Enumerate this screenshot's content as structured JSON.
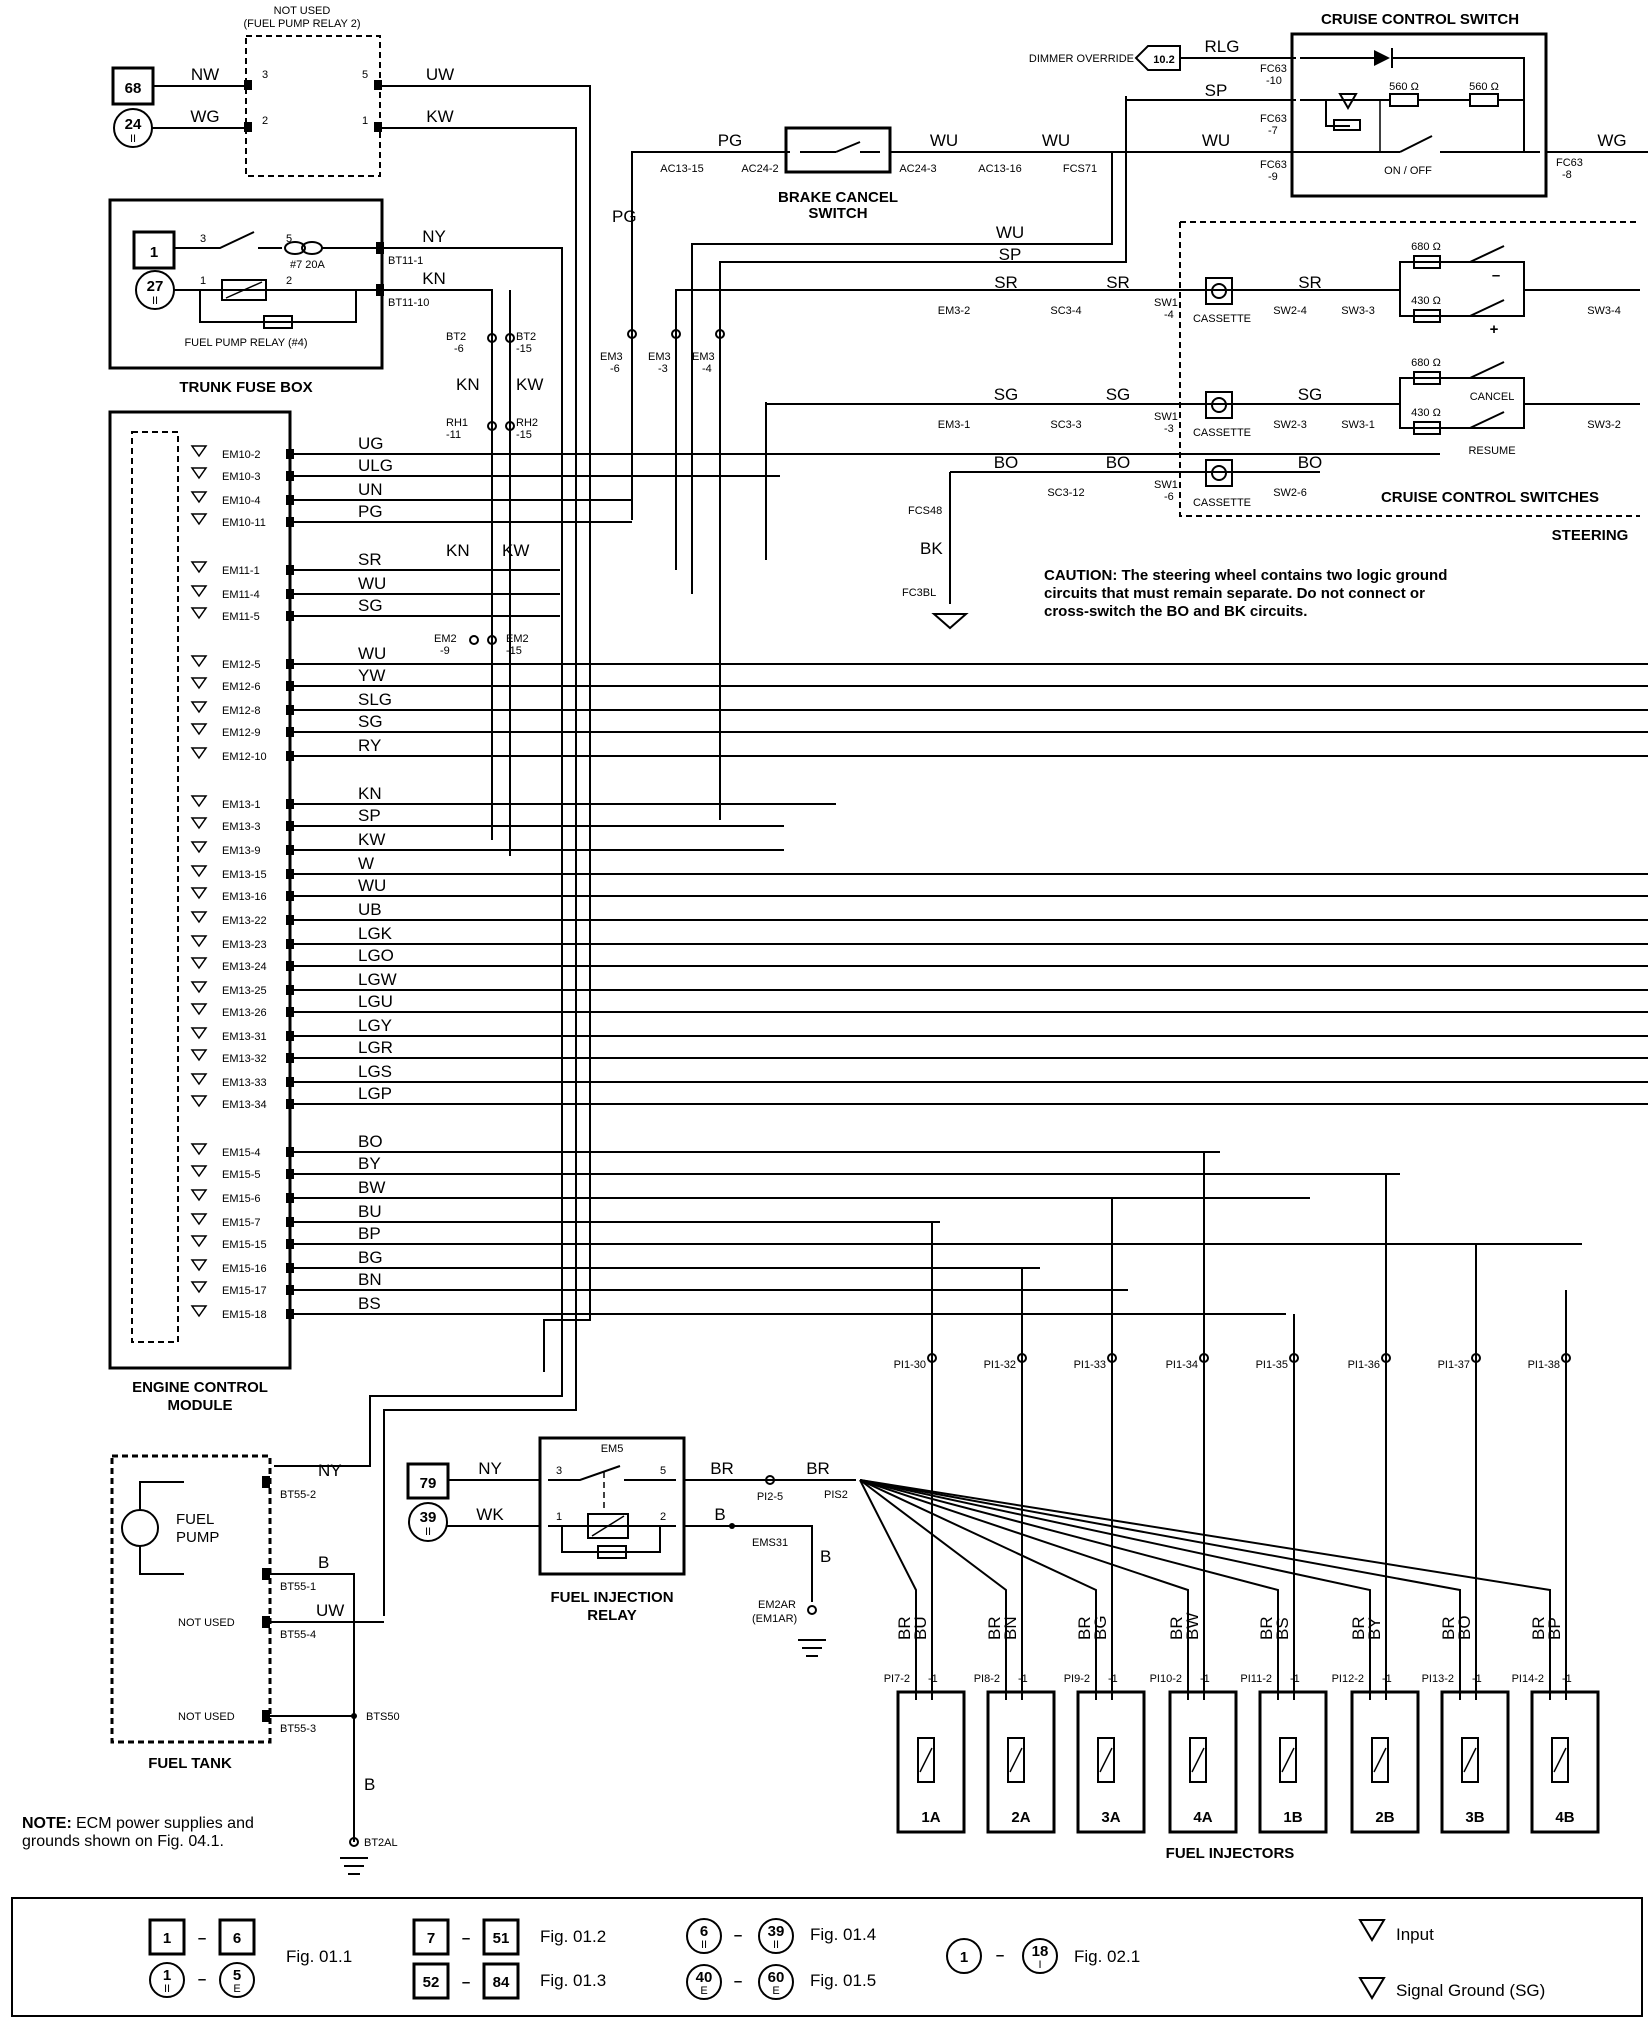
{
  "relay2": {
    "title1": "NOT USED",
    "title2": "(FUEL PUMP RELAY 2)",
    "left_ref_box": "68",
    "left_ref_circle": "24",
    "left_ref_circle_sub": "II",
    "wire_nw": "NW",
    "wire_wg": "WG",
    "wire_uw": "UW",
    "wire_kw": "KW",
    "pin3": "3",
    "pin2": "2",
    "pin5": "5",
    "pin1": "1"
  },
  "trunk_fuse_box": {
    "title": "TRUNK FUSE BOX",
    "ref_box": "1",
    "ref_circle": "27",
    "ref_circle_sub": "II",
    "fuse_label": "#7 20A",
    "relay_label": "FUEL PUMP RELAY (#4)",
    "pin3": "3",
    "pin5": "5",
    "pin1": "1",
    "pin2": "2",
    "conn1": "BT11-1",
    "conn2": "BT11-10",
    "wire_ny": "NY",
    "wire_kn": "KN"
  },
  "mid_connectors": {
    "bt2_6": "BT2",
    "bt2_6b": "-6",
    "bt2_15": "BT2",
    "bt2_15b": "-15",
    "rh1": "RH1",
    "rh1b": "-11",
    "rh2": "RH2",
    "rh2b": "-15",
    "em2_9": "EM2",
    "em2_9b": "-9",
    "em2_15": "EM2",
    "em2_15b": "-15",
    "kn": "KN",
    "kw": "KW"
  },
  "ecm": {
    "title1": "ENGINE CONTROL",
    "title2": "MODULE",
    "pins": [
      {
        "pin": "EM10-2",
        "wire": "UG"
      },
      {
        "pin": "EM10-3",
        "wire": "ULG"
      },
      {
        "pin": "EM10-4",
        "wire": "UN"
      },
      {
        "pin": "EM10-11",
        "wire": "PG"
      },
      {
        "pin": "EM11-1",
        "wire": "SR"
      },
      {
        "pin": "EM11-4",
        "wire": "WU"
      },
      {
        "pin": "EM11-5",
        "wire": "SG"
      },
      {
        "pin": "EM12-5",
        "wire": "WU"
      },
      {
        "pin": "EM12-6",
        "wire": "YW"
      },
      {
        "pin": "EM12-8",
        "wire": "SLG"
      },
      {
        "pin": "EM12-9",
        "wire": "SG"
      },
      {
        "pin": "EM12-10",
        "wire": "RY"
      },
      {
        "pin": "EM13-1",
        "wire": "KN"
      },
      {
        "pin": "EM13-3",
        "wire": "SP"
      },
      {
        "pin": "EM13-9",
        "wire": "KW"
      },
      {
        "pin": "EM13-15",
        "wire": "W"
      },
      {
        "pin": "EM13-16",
        "wire": "WU"
      },
      {
        "pin": "EM13-22",
        "wire": "UB"
      },
      {
        "pin": "EM13-23",
        "wire": "LGK"
      },
      {
        "pin": "EM13-24",
        "wire": "LGO"
      },
      {
        "pin": "EM13-25",
        "wire": "LGW"
      },
      {
        "pin": "EM13-26",
        "wire": "LGU"
      },
      {
        "pin": "EM13-31",
        "wire": "LGY"
      },
      {
        "pin": "EM13-32",
        "wire": "LGR"
      },
      {
        "pin": "EM13-33",
        "wire": "LGS"
      },
      {
        "pin": "EM13-34",
        "wire": "LGP"
      },
      {
        "pin": "EM15-4",
        "wire": "BO"
      },
      {
        "pin": "EM15-5",
        "wire": "BY"
      },
      {
        "pin": "EM15-6",
        "wire": "BW"
      },
      {
        "pin": "EM15-7",
        "wire": "BU"
      },
      {
        "pin": "EM15-15",
        "wire": "BP"
      },
      {
        "pin": "EM15-16",
        "wire": "BG"
      },
      {
        "pin": "EM15-17",
        "wire": "BN"
      },
      {
        "pin": "EM15-18",
        "wire": "BS"
      }
    ]
  },
  "brake_cancel": {
    "title1": "BRAKE CANCEL",
    "title2": "SWITCH",
    "ac13_15": "AC13-15",
    "ac24_2": "AC24-2",
    "ac24_3": "AC24-3",
    "ac13_16": "AC13-16",
    "fcs71": "FCS71",
    "wire_pg": "PG",
    "wire_wu": "WU",
    "wire_wu2": "WU",
    "wire_pg_v": "PG",
    "wire_wu_h": "WU",
    "wire_sp_h": "SP"
  },
  "cruise_switch": {
    "title": "CRUISE CONTROL SWITCH",
    "dimmer": "DIMMER OVERRIDE",
    "ref": "10.2",
    "wire_rlg": "RLG",
    "wire_sp": "SP",
    "wire_wu": "WU",
    "wire_wg": "WG",
    "fc63_10a": "FC63",
    "fc63_10b": "-10",
    "fc63_7a": "FC63",
    "fc63_7b": "-7",
    "fc63_9a": "FC63",
    "fc63_9b": "-9",
    "fc63_8a": "FC63",
    "fc63_8b": "-8",
    "r1": "560 Ω",
    "r2": "560 Ω",
    "onoff": "ON / OFF"
  },
  "em3": {
    "em3_6a": "EM3",
    "em3_6b": "-6",
    "em3_3a": "EM3",
    "em3_3b": "-3",
    "em3_4a": "EM3",
    "em3_4b": "-4"
  },
  "steering": {
    "title": "CRUISE CONTROL SWITCHES",
    "title2": "STEERING",
    "wire_sr1": "SR",
    "wire_sr2": "SR",
    "wire_sr3": "SR",
    "wire_sg1": "SG",
    "wire_sg2": "SG",
    "wire_sg3": "SG",
    "wire_bo1": "BO",
    "wire_bo2": "BO",
    "wire_bo3": "BO",
    "em3_2": "EM3-2",
    "sc3_4": "SC3-4",
    "sw1_4a": "SW1",
    "sw1_4b": "-4",
    "em3_1": "EM3-1",
    "sc3_3": "SC3-3",
    "sw1_3a": "SW1",
    "sw1_3b": "-3",
    "sc3_12": "SC3-12",
    "sw1_6a": "SW1",
    "sw1_6b": "-6",
    "cassette1": "CASSETTE",
    "cassette2": "CASSETTE",
    "cassette3": "CASSETTE",
    "sw2_4": "SW2-4",
    "sw3_3": "SW3-3",
    "sw3_4": "SW3-4",
    "sw2_3": "SW2-3",
    "sw3_1": "SW3-1",
    "sw3_2": "SW3-2",
    "sw2_6": "SW2-6",
    "r680a": "680 Ω",
    "r430a": "430 Ω",
    "r680b": "680 Ω",
    "r430b": "430 Ω",
    "minus": "–",
    "plus": "+",
    "cancel": "CANCEL",
    "resume": "RESUME",
    "fcs48": "FCS48",
    "wire_bk": "BK",
    "fc3bl": "FC3BL"
  },
  "caution": {
    "line1": "CAUTION:  The steering wheel contains two logic ground",
    "line2": "circuits that must remain separate.  Do not connect or",
    "line3": "cross-switch the BO and BK circuits."
  },
  "fuel_tank": {
    "title": "FUEL TANK",
    "pump1": "FUEL",
    "pump2": "PUMP",
    "bt55_2": "BT55-2",
    "bt55_1": "BT55-1",
    "bt55_4": "BT55-4",
    "bt55_3": "BT55-3",
    "not_used1": "NOT USED",
    "not_used2": "NOT USED",
    "wire_ny": "NY",
    "wire_b": "B",
    "wire_uw": "UW",
    "wire_b2": "B",
    "bts50": "BTS50",
    "bt2al": "BT2AL"
  },
  "fi_relay": {
    "title1": "FUEL INJECTION",
    "title2": "RELAY",
    "em5": "EM5",
    "ref_box": "79",
    "ref_circle": "39",
    "ref_circle_sub": "II",
    "wire_ny": "NY",
    "wire_wk": "WK",
    "wire_br": "BR",
    "wire_br2": "BR",
    "wire_b": "B",
    "wire_b2": "B",
    "pin3": "3",
    "pin5": "5",
    "pin1": "1",
    "pin2": "2",
    "pi2_5": "PI2-5",
    "pis2": "PIS2",
    "ems31": "EMS31",
    "em2ar": "EM2AR",
    "em1ar": "(EM1AR)"
  },
  "injectors": {
    "title": "FUEL INJECTORS",
    "pi1": [
      "PI1-30",
      "PI1-32",
      "PI1-33",
      "PI1-34",
      "PI1-35",
      "PI1-36",
      "PI1-37",
      "PI1-38"
    ],
    "items": [
      {
        "name": "1A",
        "pin2": "PI7-2",
        "pin1": "-1",
        "wire_br": "BR",
        "wire_sig": "BU"
      },
      {
        "name": "2A",
        "pin2": "PI8-2",
        "pin1": "-1",
        "wire_br": "BR",
        "wire_sig": "BN"
      },
      {
        "name": "3A",
        "pin2": "PI9-2",
        "pin1": "-1",
        "wire_br": "BR",
        "wire_sig": "BG"
      },
      {
        "name": "4A",
        "pin2": "PI10-2",
        "pin1": "-1",
        "wire_br": "BR",
        "wire_sig": "BW"
      },
      {
        "name": "1B",
        "pin2": "PI11-2",
        "pin1": "-1",
        "wire_br": "BR",
        "wire_sig": "BS"
      },
      {
        "name": "2B",
        "pin2": "PI12-2",
        "pin1": "-1",
        "wire_br": "BR",
        "wire_sig": "BY"
      },
      {
        "name": "3B",
        "pin2": "PI13-2",
        "pin1": "-1",
        "wire_br": "BR",
        "wire_sig": "BO"
      },
      {
        "name": "4B",
        "pin2": "PI14-2",
        "pin1": "-1",
        "wire_br": "BR",
        "wire_sig": "BP"
      }
    ]
  },
  "note": {
    "line1a": "NOTE:",
    "line1b": "  ECM power supplies and",
    "line2": "grounds shown on Fig. 04.1."
  },
  "legend": {
    "g1_box1": "1",
    "g1_box2": "6",
    "g1_c1": "1",
    "g1_c1s": "II",
    "g1_c2": "5",
    "g1_c2s": "E",
    "g1_fig": "Fig. 01.1",
    "g2_box1": "7",
    "g2_box2": "51",
    "g2_fig": "Fig. 01.2",
    "g3_box1": "52",
    "g3_box2": "84",
    "g3_fig": "Fig. 01.3",
    "g4_c1": "6",
    "g4_c1s": "II",
    "g4_c2": "39",
    "g4_c2s": "II",
    "g4_fig": "Fig. 01.4",
    "g5_c1": "40",
    "g5_c1s": "E",
    "g5_c2": "60",
    "g5_c2s": "E",
    "g5_fig": "Fig. 01.5",
    "g6_box1": "1",
    "g6_c2": "18",
    "g6_c2s": "I",
    "g6_fig": "Fig. 02.1",
    "dash": "–",
    "input": "Input",
    "sg": "Signal Ground (SG)"
  }
}
